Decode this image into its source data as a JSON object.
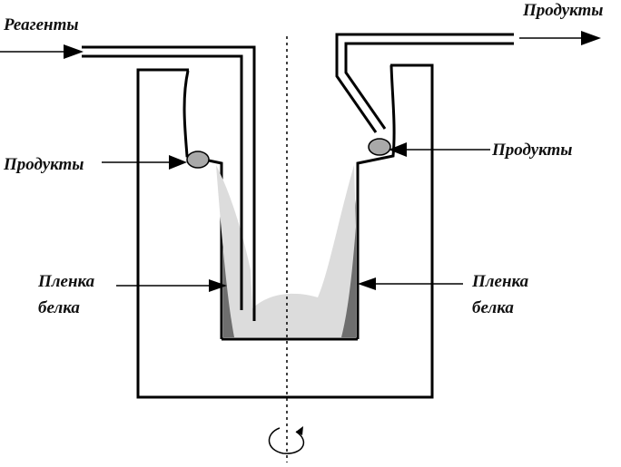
{
  "labels": {
    "reagents": "Реагенты",
    "products_top_right": "Продукты",
    "products_left": "Продукты",
    "products_right": "Продукты",
    "film_left_line1": "Пленка",
    "film_left_line2": "белка",
    "film_right_line1": "Пленка",
    "film_right_line2": "белка"
  },
  "colors": {
    "stroke": "#000000",
    "protein_film": "#6e6e6e",
    "liquid": "#dcdcdc",
    "product_drop": "#a9a9a9"
  }
}
